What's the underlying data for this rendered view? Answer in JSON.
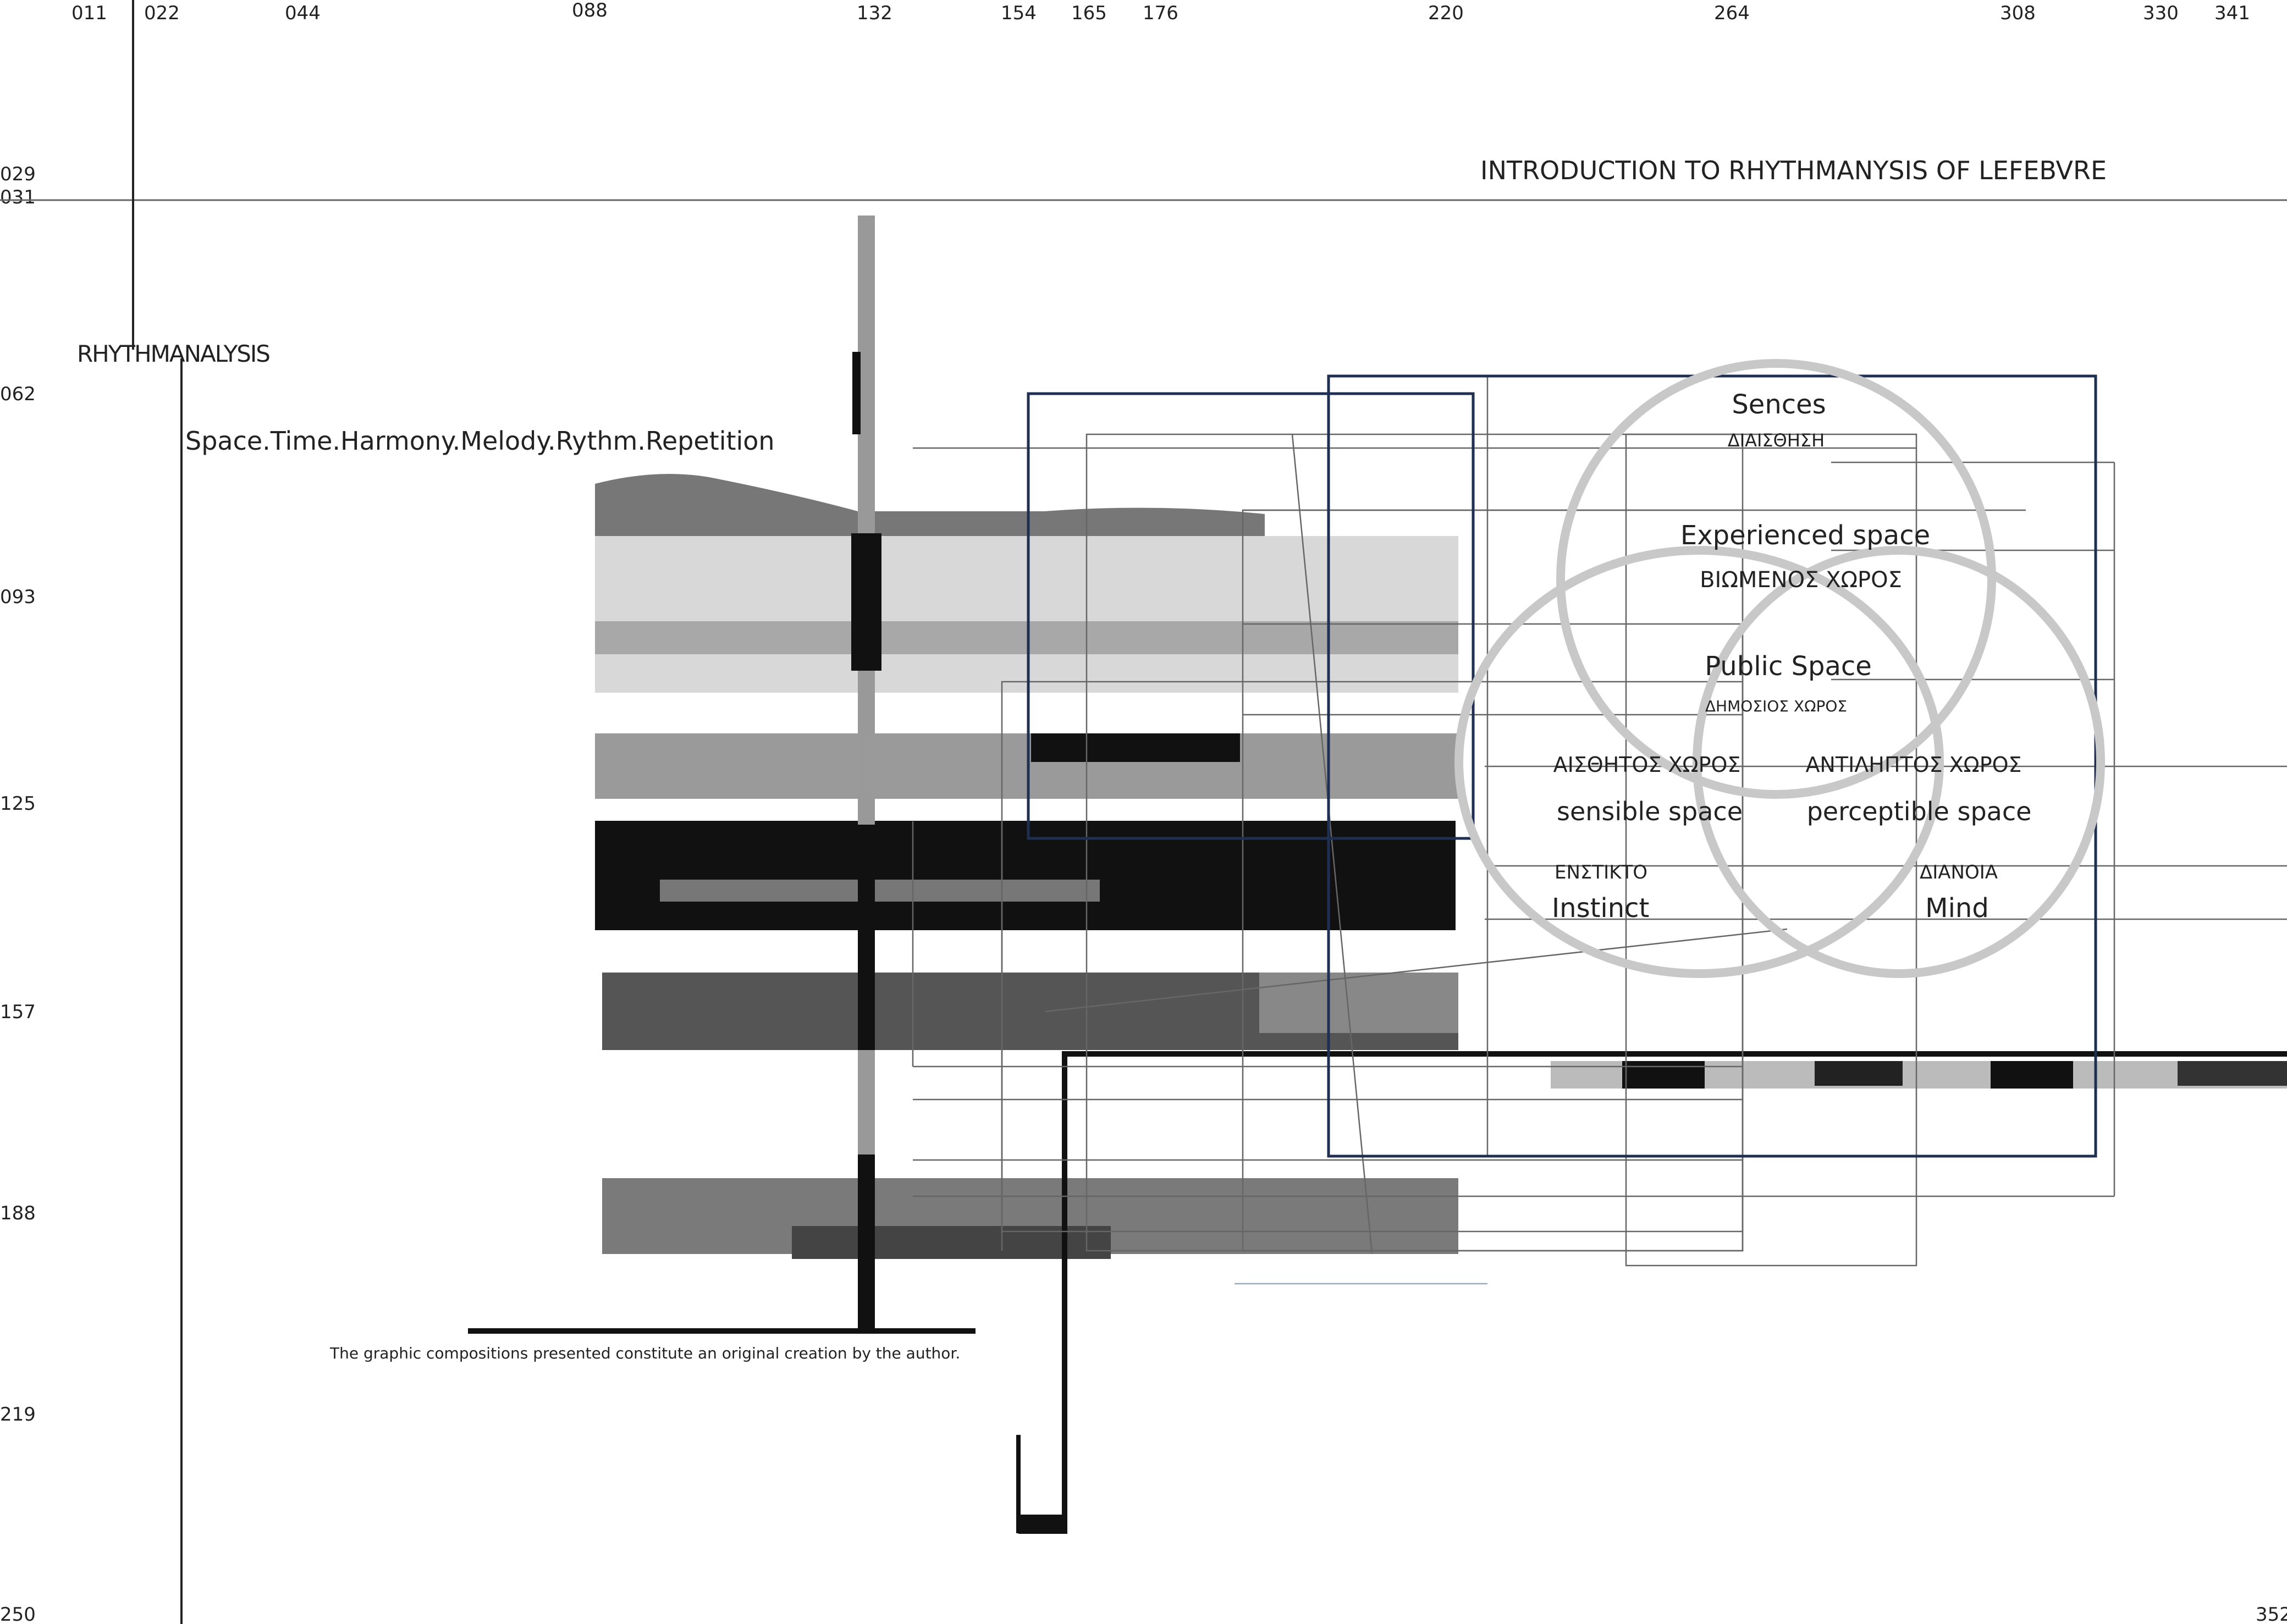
{
  "ruler": {
    "top": [
      "011",
      "022",
      "044",
      "088",
      "132",
      "154",
      "165",
      "176",
      "220",
      "264",
      "308",
      "330",
      "341"
    ],
    "left": [
      "029",
      "031",
      "062",
      "093",
      "125",
      "157",
      "188",
      "219",
      "250"
    ],
    "right_bottom": "352"
  },
  "header": {
    "title": "INTRODUCTION TO RHYTHMANYSIS OF LEFEBVRE",
    "section": "RHYTHMANALYSIS",
    "subtitle": "Space.Time.Harmony.Melody.Rythm.Repetition"
  },
  "diagram": {
    "senses_en": "Sences",
    "senses_gr": "ΔΙΑΙΣΘΗΣΗ",
    "experienced_en": "Experienced space",
    "experienced_gr": "ΒΙΩΜΕΝΟΣ ΧΩΡΟΣ",
    "public_en": "Public Space",
    "public_gr": "ΔΗΜΟΣΙΟΣ ΧΩΡΟΣ",
    "sensible_gr": "ΑΙΣΘΗΤΟΣ ΧΩΡΟΣ",
    "perceptible_gr": "ΑΝΤΙΛΗΠΤΟΣ ΧΩΡΟΣ",
    "sensible_en": "sensible space",
    "perceptible_en": "perceptible space",
    "instinct_gr": "ΕΝΣΤΙΚΤΟ",
    "instinct_en": "Instinct",
    "mind_gr": "ΔΙΑΝΟΙΑ",
    "mind_en": "Mind"
  },
  "caption": "The graphic compositions presented constitute an original creation by the author.",
  "colors": {
    "frame_blue": "#1f2f52",
    "circle_gray": "#c8c8c8",
    "ink": "#111111"
  }
}
